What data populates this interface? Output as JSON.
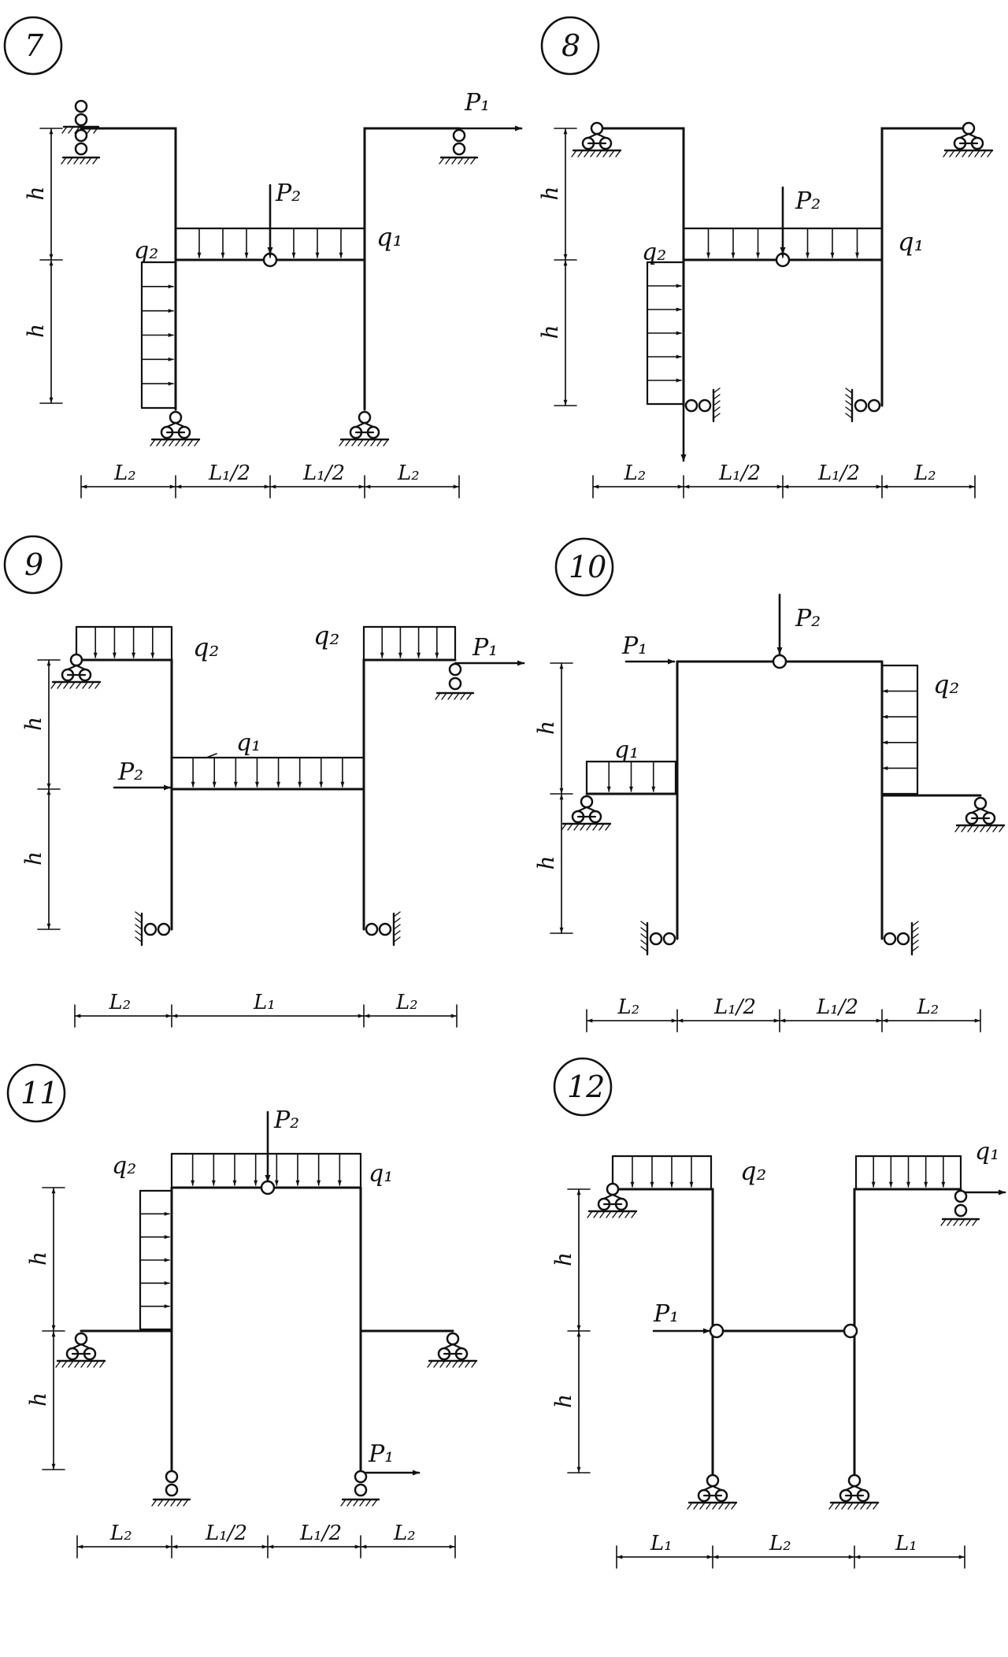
{
  "colors": {
    "ink": "#111111",
    "paper": "#ffffff"
  },
  "symbols": {
    "P1": "P₁",
    "P2": "P₂",
    "q1": "q₁",
    "q2": "q₂",
    "h": "h",
    "L1": "L₁",
    "L2": "L₂",
    "L1half": "L₁/2"
  },
  "panels": [
    {
      "number": "7",
      "dims": [
        "L₂",
        "L₁/2",
        "L₁/2",
        "L₂"
      ]
    },
    {
      "number": "8",
      "dims": [
        "L₂",
        "L₁/2",
        "L₁/2",
        "L₂"
      ]
    },
    {
      "number": "9",
      "dims": [
        "L₂",
        "L₁",
        "L₂"
      ]
    },
    {
      "number": "10",
      "dims": [
        "L₂",
        "L₁/2",
        "L₁/2",
        "L₂"
      ]
    },
    {
      "number": "11",
      "dims": [
        "L₂",
        "L₁/2",
        "L₁/2",
        "L₂"
      ]
    },
    {
      "number": "12",
      "dims": [
        "L₁",
        "L₂",
        "L₁"
      ]
    }
  ]
}
